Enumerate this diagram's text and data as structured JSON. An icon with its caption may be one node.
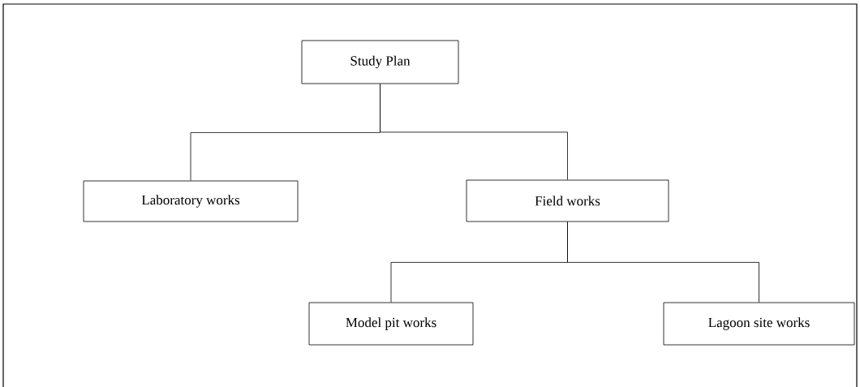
{
  "diagram": {
    "nodes": [
      {
        "text": [
          "Study Plan"
        ]
      },
      {
        "text": [
          "Laboratory works"
        ]
      },
      {
        "text": [
          "Field works"
        ]
      },
      {
        "text": [
          "Model pit works"
        ]
      },
      {
        "text": [
          "Lagoon site works"
        ]
      }
    ],
    "edges": [
      {
        "from": 0,
        "to": 1,
        "arrow": "none"
      },
      {
        "from": 0,
        "to": 2,
        "arrow": "none"
      },
      {
        "from": 2,
        "to": 3,
        "arrow": "none"
      },
      {
        "from": 2,
        "to": 4,
        "arrow": "none"
      }
    ]
  }
}
